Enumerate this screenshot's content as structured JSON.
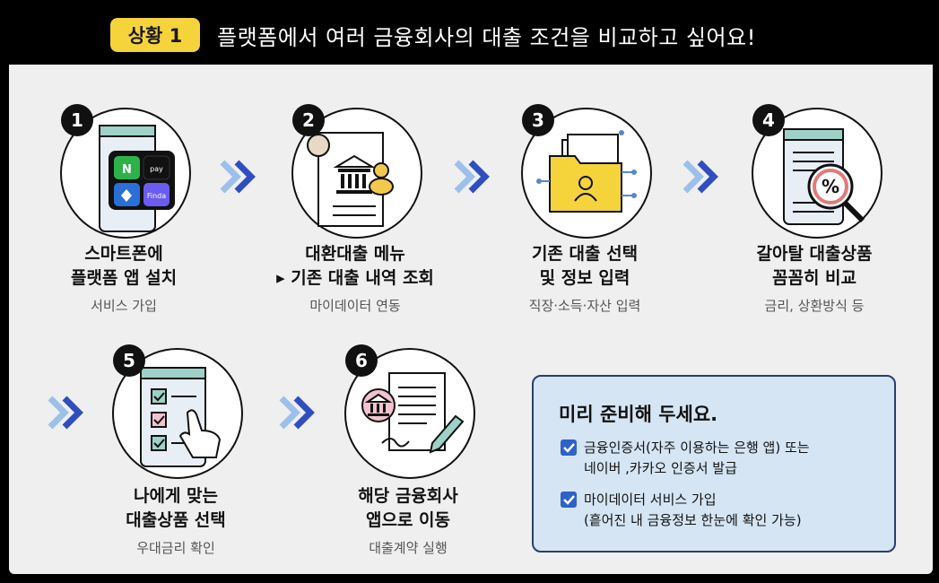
{
  "header": {
    "badge": "상황 1",
    "title": "플랫폼에서 여러 금융회사의 대출 조건을 비교하고 싶어요!"
  },
  "steps": [
    {
      "num": "1",
      "title_line1": "스마트폰에",
      "title_line2": "플랫폼 앱 설치",
      "sub": "서비스 가입",
      "apps": [
        "N",
        "pay",
        "",
        "Finda"
      ]
    },
    {
      "num": "2",
      "title_line1": "대환대출 메뉴",
      "title_line2": "▸ 기존 대출 내역 조회",
      "sub": "마이데이터 연동"
    },
    {
      "num": "3",
      "title_line1": "기존 대출 선택",
      "title_line2": "및 정보 입력",
      "sub": "직장·소득·자산 입력"
    },
    {
      "num": "4",
      "title_line1": "갈아탈 대출상품",
      "title_line2": "꼼꼼히 비교",
      "sub": "금리, 상환방식 등",
      "icon_text": "%"
    },
    {
      "num": "5",
      "title_line1": "나에게 맞는",
      "title_line2": "대출상품 선택",
      "sub": "우대금리 확인"
    },
    {
      "num": "6",
      "title_line1": "해당 금융회사",
      "title_line2": "앱으로 이동",
      "sub": "대출계약 실행"
    }
  ],
  "info": {
    "title": "미리 준비해 두세요.",
    "items": [
      {
        "line1": "금융인증서(자주 이용하는 은행 앱) 또는",
        "line2": "네이버 ,카카오 인증서 발급"
      },
      {
        "line1": "마이데이터 서비스 가입",
        "line2": "(흩어진 내 금융정보 한눈에 확인 가능)"
      }
    ]
  },
  "colors": {
    "badge": "#f5d33a",
    "chevron_dark": "#2f4fc0",
    "chevron_light": "#9cc0ea",
    "info_bg": "#d5e5f4",
    "check": "#2d62c9"
  }
}
